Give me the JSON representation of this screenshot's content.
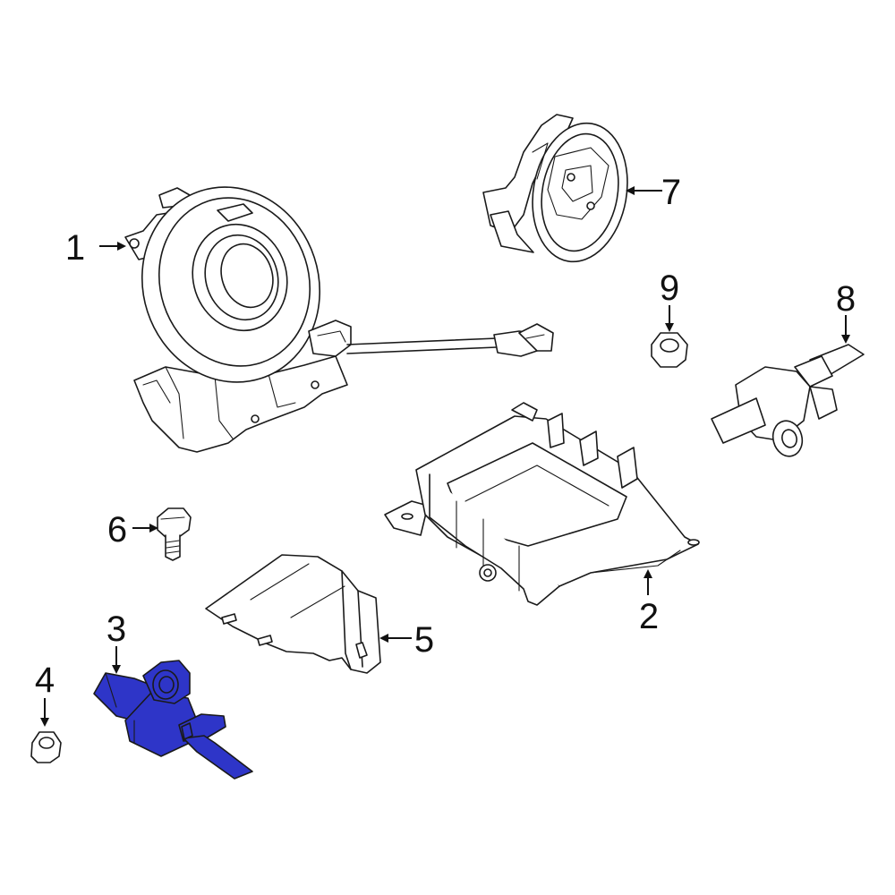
{
  "callouts": {
    "c1": "1",
    "c2": "2",
    "c3": "3",
    "c4": "4",
    "c5": "5",
    "c6": "6",
    "c7": "7",
    "c8": "8",
    "c9": "9"
  },
  "colors": {
    "highlight": "#2e35c8",
    "line": "#1a1a1a",
    "background": "#ffffff"
  },
  "highlighted_part": "3"
}
